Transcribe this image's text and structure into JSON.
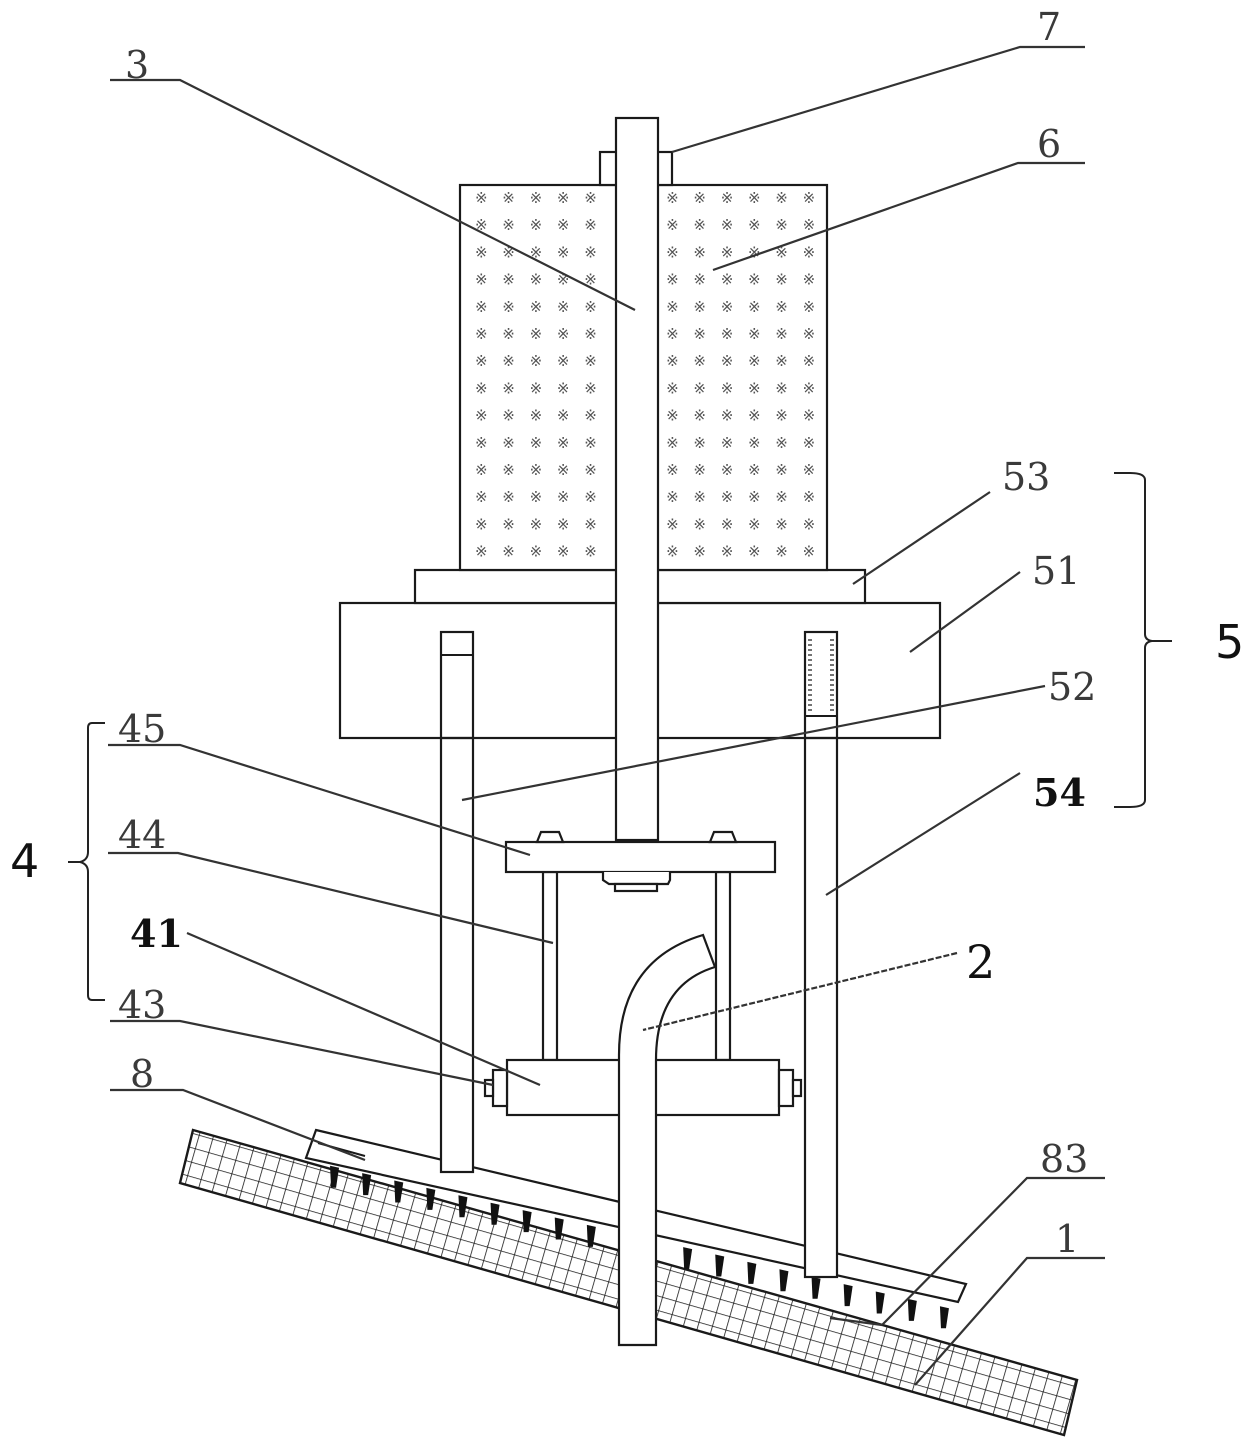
{
  "figure": {
    "type": "patent mechanical drawing",
    "description": "Slope-mounted device with weighted box, rod, support frame, pipe and anchored plate"
  },
  "labels": {
    "part_1": "1",
    "part_2": "2",
    "part_3": "3",
    "part_4": "4",
    "part_5": "5",
    "part_6": "6",
    "part_7": "7",
    "part_8": "8",
    "part_41": "41",
    "part_43": "43",
    "part_44": "44",
    "part_45": "45",
    "part_51": "51",
    "part_52": "52",
    "part_53": "53",
    "part_54": "54",
    "part_83": "83"
  },
  "groups": {
    "group_4_members": [
      "45",
      "44",
      "41",
      "43"
    ],
    "group_5_members": [
      "53",
      "51",
      "52",
      "54"
    ]
  },
  "hatch_symbol": "※"
}
